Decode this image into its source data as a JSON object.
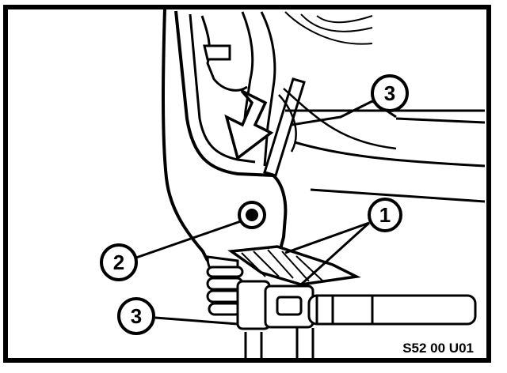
{
  "figure": {
    "callouts": [
      {
        "number": "1"
      },
      {
        "number": "2"
      },
      {
        "number": "3"
      },
      {
        "number": "3"
      }
    ],
    "caption": "S52 00 U01",
    "colors": {
      "ink": "#000000",
      "paper": "#ffffff"
    }
  }
}
